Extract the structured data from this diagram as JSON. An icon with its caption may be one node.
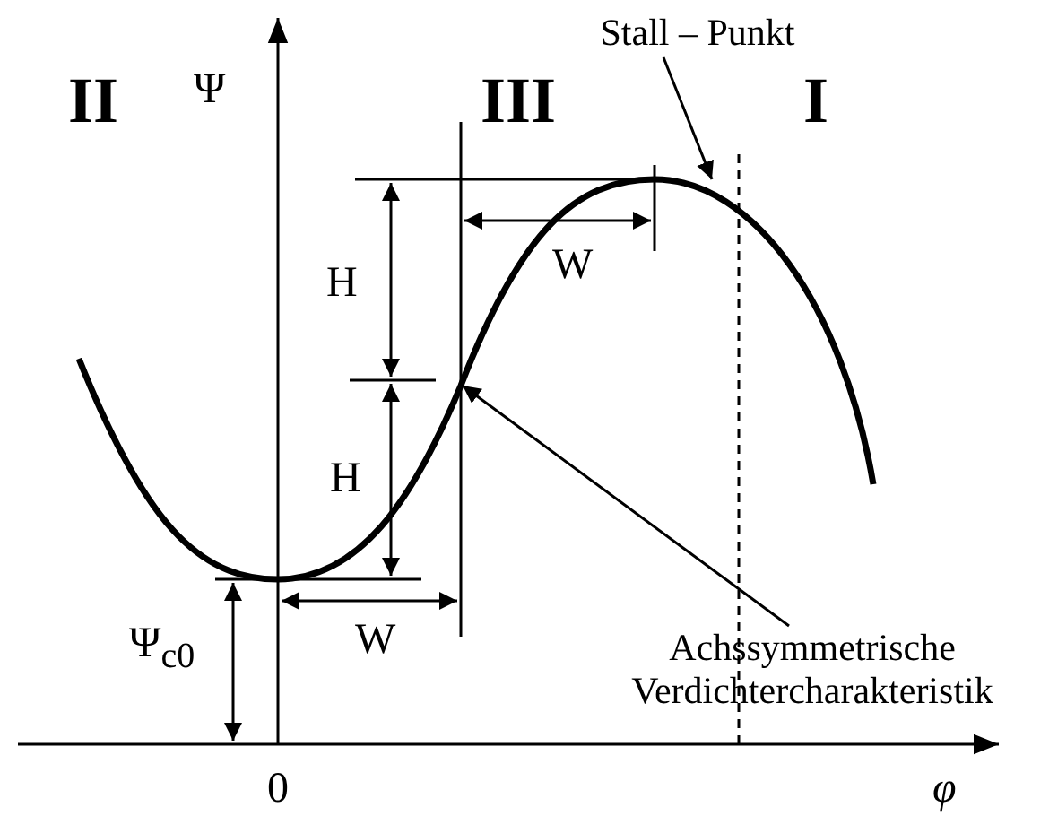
{
  "diagram": {
    "nodes": [
      {
        "text": [
          "Stall – Punkt"
        ]
      },
      {
        "text": [
          "Achssymmetrische Verdichtercharakteristik"
        ]
      }
    ],
    "edges": [
      {
        "from": 0,
        "to": null,
        "arrow": "to"
      },
      {
        "from": 1,
        "to": null,
        "arrow": "to"
      }
    ],
    "labels": [
      "II",
      "Ψ",
      "III",
      "I",
      "H",
      "W",
      "H",
      "Ψ$_{c0}$",
      "W",
      "0",
      "φ"
    ]
  }
}
